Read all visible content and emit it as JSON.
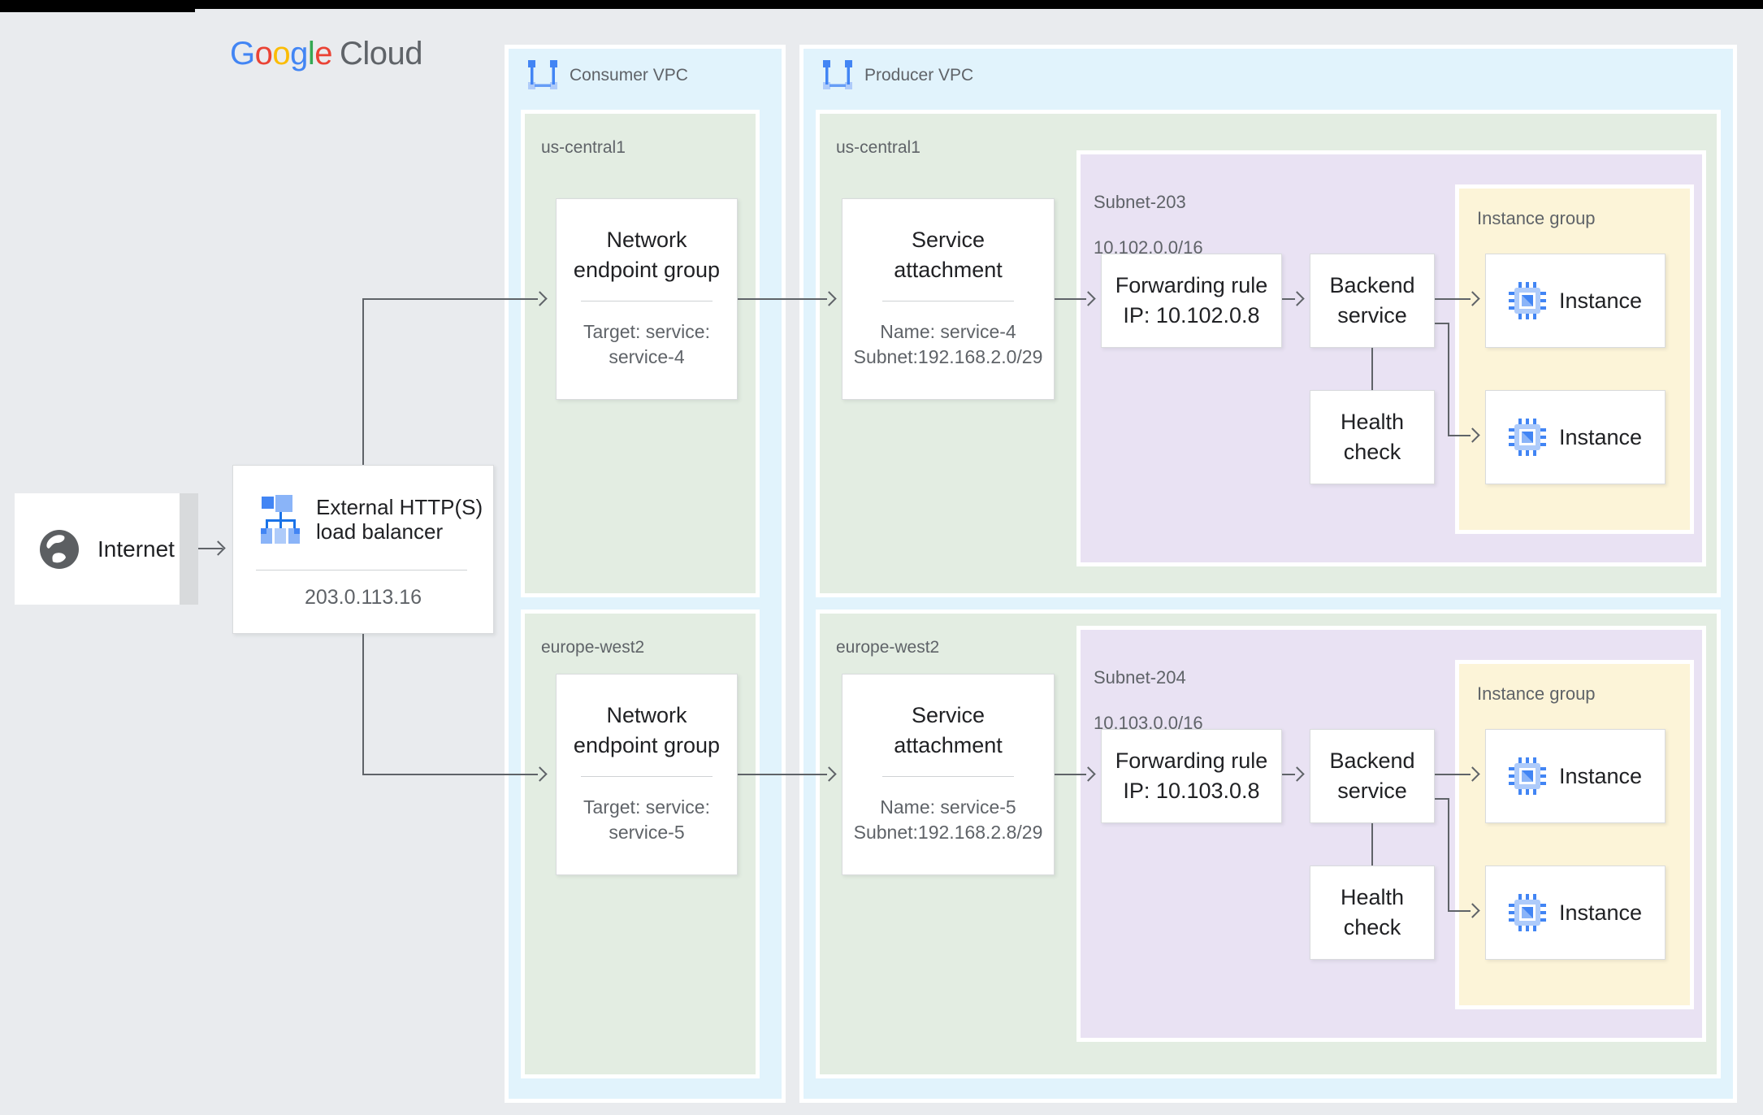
{
  "logo": {
    "l1": "G",
    "l2": "o",
    "l3": "o",
    "l4": "g",
    "l5": "l",
    "l6": "e",
    "suffix": "Cloud"
  },
  "internet": {
    "label": "Internet"
  },
  "load_balancer": {
    "title_line1": "External HTTP(S)",
    "title_line2": "load balancer",
    "ip": "203.0.113.16"
  },
  "consumer_vpc": {
    "label": "Consumer VPC",
    "regions": [
      {
        "name": "us-central1",
        "neg": {
          "title_line1": "Network",
          "title_line2": "endpoint group",
          "sub_line1": "Target: service:",
          "sub_line2": "service-4"
        }
      },
      {
        "name": "europe-west2",
        "neg": {
          "title_line1": "Network",
          "title_line2": "endpoint group",
          "sub_line1": "Target: service:",
          "sub_line2": "service-5"
        }
      }
    ]
  },
  "producer_vpc": {
    "label": "Producer VPC",
    "regions": [
      {
        "name": "us-central1",
        "sa": {
          "title_line1": "Service",
          "title_line2": "attachment",
          "sub_line1": "Name: service-4",
          "sub_line2": "Subnet:192.168.2.0/29"
        },
        "subnet": {
          "name": "Subnet-203",
          "cidr": "10.102.0.0/16",
          "fr": {
            "line1": "Forwarding rule",
            "line2": "IP: 10.102.0.8"
          },
          "be": {
            "line1": "Backend",
            "line2": "service"
          },
          "hc": {
            "line1": "Health",
            "line2": "check"
          },
          "ig": {
            "label": "Instance group",
            "instance1": "Instance",
            "instance2": "Instance"
          }
        }
      },
      {
        "name": "europe-west2",
        "sa": {
          "title_line1": "Service",
          "title_line2": "attachment",
          "sub_line1": "Name: service-5",
          "sub_line2": "Subnet:192.168.2.8/29"
        },
        "subnet": {
          "name": "Subnet-204",
          "cidr": "10.103.0.0/16",
          "fr": {
            "line1": "Forwarding rule",
            "line2": "IP: 10.103.0.8"
          },
          "be": {
            "line1": "Backend",
            "line2": "service"
          },
          "hc": {
            "line1": "Health",
            "line2": "check"
          },
          "ig": {
            "label": "Instance group",
            "instance1": "Instance",
            "instance2": "Instance"
          }
        }
      }
    ]
  },
  "icons": {
    "globe": "globe-icon",
    "vpc": "vpc-icon",
    "load_balancer": "load-balancer-icon",
    "instance": "compute-chip-icon"
  },
  "colors": {
    "page_bg": "#e9ebee",
    "vpc_fill": "#e1f3fc",
    "region_fill": "#e3ede2",
    "subnet_fill": "#e9e2f3",
    "instance_group_fill": "#fcf4d8",
    "connector": "#5f6368",
    "text_primary": "#202124",
    "text_secondary": "#5f6368",
    "brand_blue": "#4285F4",
    "brand_red": "#EA4335",
    "brand_yellow": "#FBBC05",
    "brand_green": "#34A853"
  }
}
